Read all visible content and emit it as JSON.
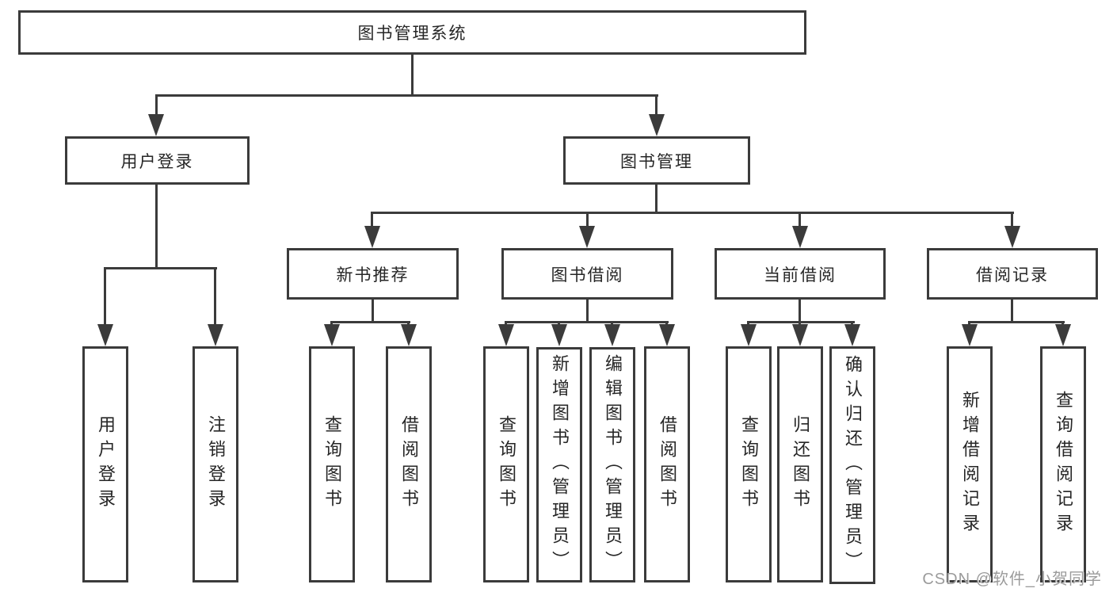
{
  "diagram_type": "hierarchy-tree",
  "colors": {
    "line": "#3b3b3b",
    "text": "#262626",
    "background": "#ffffff",
    "watermark": "#9b9b9b"
  },
  "tree": {
    "label": "图书管理系统",
    "children": [
      {
        "label": "用户登录",
        "children": [
          {
            "label": "用户登录"
          },
          {
            "label": "注销登录"
          }
        ]
      },
      {
        "label": "图书管理",
        "children": [
          {
            "label": "新书推荐",
            "children": [
              {
                "label": "查询图书"
              },
              {
                "label": "借阅图书"
              }
            ]
          },
          {
            "label": "图书借阅",
            "children": [
              {
                "label": "查询图书"
              },
              {
                "label": "新增图书（管理员）"
              },
              {
                "label": "编辑图书（管理员）"
              },
              {
                "label": "借阅图书"
              }
            ]
          },
          {
            "label": "当前借阅",
            "children": [
              {
                "label": "查询图书"
              },
              {
                "label": "归还图书"
              },
              {
                "label": "确认归还（管理员）"
              }
            ]
          },
          {
            "label": "借阅记录",
            "children": [
              {
                "label": "新增借阅记录"
              },
              {
                "label": "查询借阅记录"
              }
            ]
          }
        ]
      }
    ]
  },
  "watermark": {
    "text": "CSDN @软件_小贺同学"
  }
}
